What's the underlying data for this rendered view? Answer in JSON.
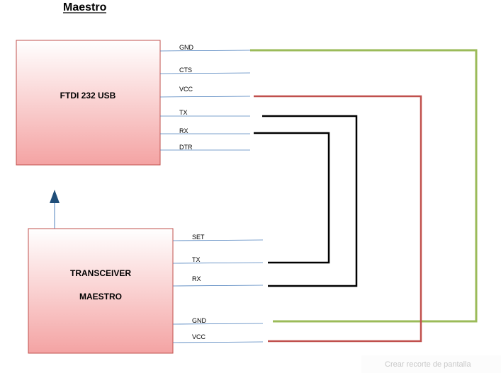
{
  "title": "Maestro",
  "ftdi": {
    "label": "FTDI 232  USB",
    "pins": [
      "GND",
      "CTS",
      "VCC",
      "TX",
      "RX",
      "DTR"
    ]
  },
  "transceiver": {
    "label_line1": "TRANSCEIVER",
    "label_line2": "MAESTRO",
    "pins": [
      "SET",
      "TX",
      "RX",
      "GND",
      "VCC"
    ]
  },
  "connections": [
    {
      "from": "GND",
      "to": "GND",
      "color": "#9bbb59"
    },
    {
      "from": "VCC",
      "to": "VCC",
      "color": "#c0504d"
    },
    {
      "from": "TX",
      "to": "RX",
      "color": "#000000"
    },
    {
      "from": "RX",
      "to": "TX",
      "color": "#000000"
    }
  ],
  "colors": {
    "box_top": "#ffffff",
    "box_bottom": "#f4a3a3",
    "box_border": "#c0504d",
    "pin_line": "#4f81bd",
    "arrow": "#1f4e79"
  },
  "watermark": "Crear recorte de pantalla"
}
